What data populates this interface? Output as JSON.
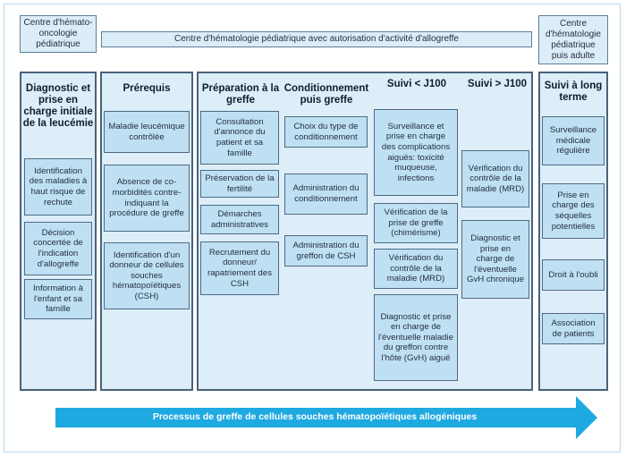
{
  "header": {
    "left": "Centre d'hémato-oncologie pédiatrique",
    "middle": "Centre d'hématologie pédiatrique avec autorisation d'activité d'allogreffe",
    "right": "Centre d'hématologie pédiatrique puis adulte"
  },
  "columns": {
    "diagnostic": {
      "title": "Diagnostic et prise en charge initiale de la leucémie",
      "items": [
        "Identification des maladies à haut risque de rechute",
        "Décision concertée de l'indication d'allogreffe",
        "Information à l'enfant et sa famille"
      ]
    },
    "prerequis": {
      "title": "Prérequis",
      "items": [
        "Maladie leucémique contrôlée",
        "Absence de co-morbidités contre-indiquant la procédure de greffe",
        "Identification d'un donneur de cellules souches hématopoïétiques (CSH)"
      ]
    },
    "preparation": {
      "title": "Préparation à la greffe",
      "items": [
        "Consultation d'annonce du patient et sa famille",
        "Préservation de la fertilité",
        "Démarches administratives",
        "Recrutement du donneur/ rapatriement des CSH"
      ]
    },
    "conditionnement": {
      "title": "Conditionnement puis greffe",
      "items": [
        "Choix du type de conditionnement",
        "Administration du conditionnement",
        "Administration du greffon de CSH"
      ]
    },
    "suivi_avant": {
      "title": "Suivi < J100",
      "items": [
        "Surveillance et prise en charge des complications aiguës: toxicité muqueuse, infections",
        "Vérification de la prise de greffe (chimérisme)",
        "Vérification du contrôle de la maladie (MRD)",
        "Diagnostic et prise en charge de l'éventuelle maladie du greffon contre l'hôte (GvH) aiguë"
      ]
    },
    "suivi_apres": {
      "title": "Suivi > J100",
      "items": [
        "Vérification du contrôle de la maladie (MRD)",
        "Diagnostic et prise en charge de l'éventuelle GvH chronique"
      ]
    },
    "long_terme": {
      "title": "Suivi à long terme",
      "items": [
        "Surveillance médicale régulière",
        "Prise en charge des séquelles potentielles",
        "Droit à l'oubli",
        "Association de patients"
      ]
    }
  },
  "arrow": {
    "label": "Processus de greffe de cellules souches hématopoïétiques allogéniques"
  },
  "colors": {
    "column_bg": "#ddeef9",
    "box_bg": "#bfe0f3",
    "border": "#49627a",
    "arrow": "#1fa9e1"
  }
}
